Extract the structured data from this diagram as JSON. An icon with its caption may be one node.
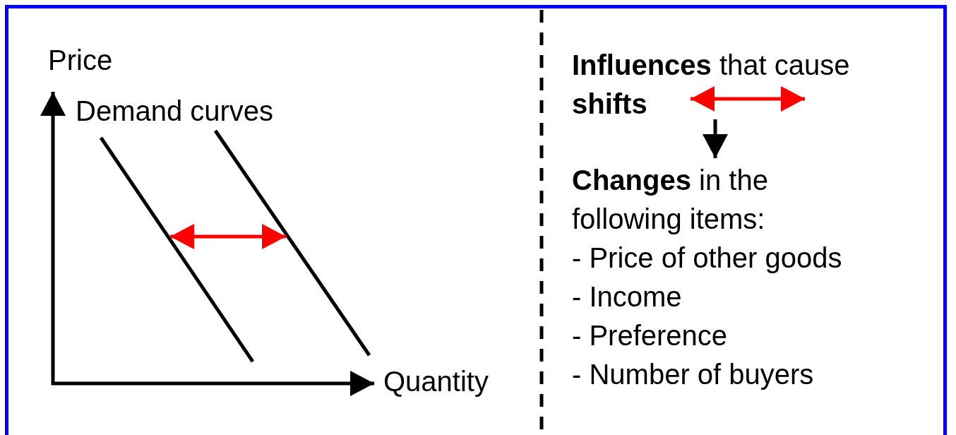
{
  "diagram": {
    "nodes": [
      {
        "text": [],
        "shape": "line"
      },
      {
        "text": [],
        "shape": "line"
      },
      {
        "text": [
          "**Influences** that cause **shifts**"
        ]
      },
      {
        "text": [
          "**Changes** in the following items:",
          "- Price of other goods",
          "- Income",
          "- Preference",
          "- Number of buyers"
        ]
      }
    ],
    "edges": [
      {
        "from": 0,
        "to": 1,
        "arrow": "both",
        "color": "#ff0000"
      },
      {
        "from": 2,
        "to": 3,
        "arrow": "to",
        "color": "#000000"
      }
    ],
    "labels": [
      "Price",
      "Demand curves",
      "Quantity"
    ]
  }
}
